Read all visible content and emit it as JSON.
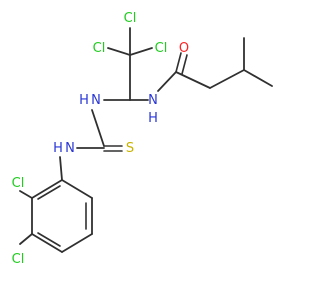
{
  "molecule": {
    "atoms": {
      "cl_top": "Cl",
      "cl_left": "Cl",
      "cl_right": "Cl",
      "o_carbonyl": "O",
      "nh_right": "N",
      "h_right": "H",
      "nh_center": "N",
      "h_center": "H",
      "s_thio": "S",
      "nh_left": "N",
      "h_left": "H",
      "cl_ring_3": "Cl",
      "cl_ring_4": "Cl"
    },
    "colors": {
      "chlorine": "#1fcc1f",
      "oxygen": "#ff2020",
      "nitrogen": "#2a36d6",
      "sulfur": "#c8b400",
      "carbon_bond": "#303030"
    }
  }
}
